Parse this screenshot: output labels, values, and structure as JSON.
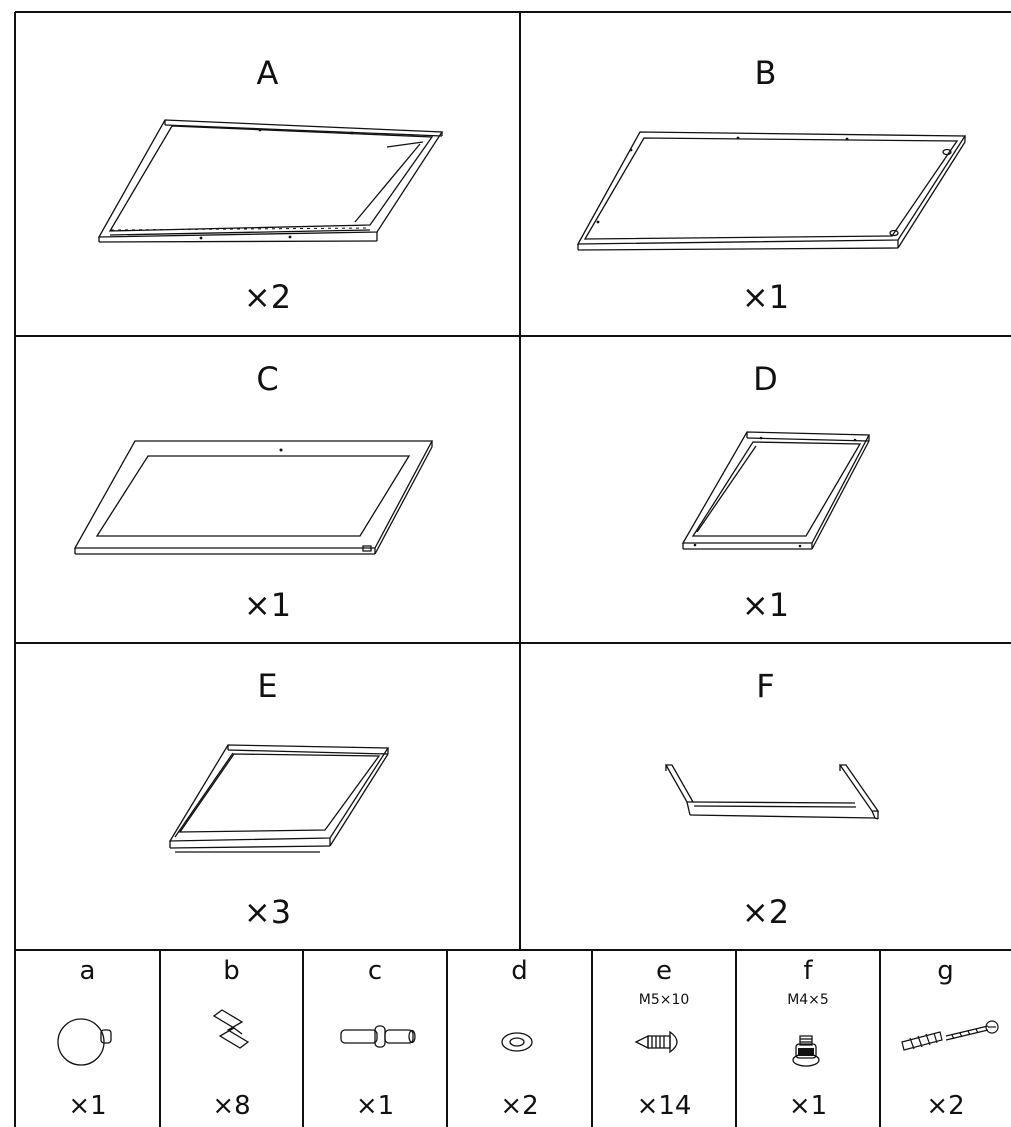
{
  "panels": [
    {
      "letter": "A",
      "quantity": "×2"
    },
    {
      "letter": "B",
      "quantity": "×1"
    },
    {
      "letter": "C",
      "quantity": "×1"
    },
    {
      "letter": "D",
      "quantity": "×1"
    },
    {
      "letter": "E",
      "quantity": "×3"
    },
    {
      "letter": "F",
      "quantity": "×2"
    }
  ],
  "hardware": [
    {
      "letter": "a",
      "spec": "",
      "quantity": "×1",
      "icon": "knob-icon"
    },
    {
      "letter": "b",
      "spec": "",
      "quantity": "×8",
      "icon": "clip-icon"
    },
    {
      "letter": "c",
      "spec": "",
      "quantity": "×1",
      "icon": "pin-icon"
    },
    {
      "letter": "d",
      "spec": "",
      "quantity": "×2",
      "icon": "washer-icon"
    },
    {
      "letter": "e",
      "spec": "M5×10",
      "quantity": "×14",
      "icon": "screw-icon"
    },
    {
      "letter": "f",
      "spec": "M4×5",
      "quantity": "×1",
      "icon": "bolt-icon"
    },
    {
      "letter": "g",
      "spec": "",
      "quantity": "×2",
      "icon": "anchor-screw-icon"
    }
  ]
}
